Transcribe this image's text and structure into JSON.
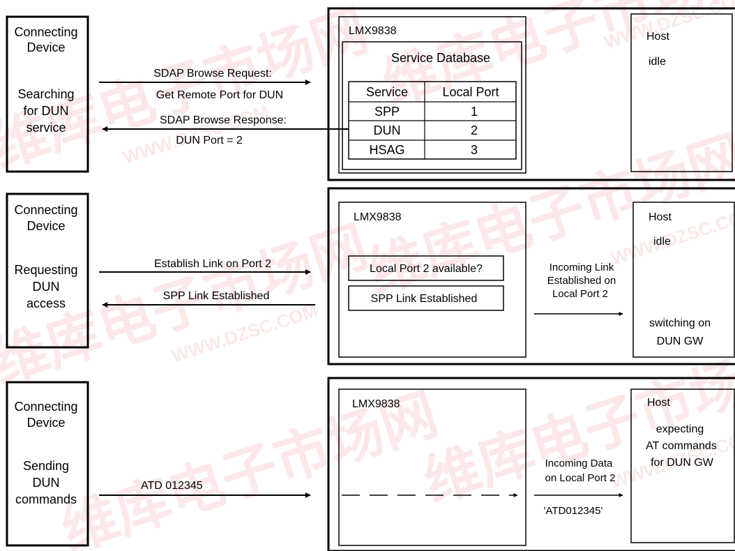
{
  "watermark": {
    "glyphs": "维库电子市场网",
    "url": "WWW.DZSC.COM",
    "color": "#e85050"
  },
  "panel1": {
    "device_line1": "Connecting",
    "device_line2": "Device",
    "device_status1": "Searching",
    "device_status2": "for DUN",
    "device_status3": "service",
    "req_line1": "SDAP Browse Request:",
    "req_line2": "Get Remote Port for DUN",
    "resp_line1": "SDAP Browse Response:",
    "resp_line2": "DUN Port = 2",
    "chip_title": "LMX9838",
    "db_title": "Service Database",
    "db_headers": [
      "Service",
      "Local Port"
    ],
    "db_rows": [
      [
        "SPP",
        "1"
      ],
      [
        "DUN",
        "2"
      ],
      [
        "HSAG",
        "3"
      ]
    ],
    "host_title": "Host",
    "host_status": "idle"
  },
  "panel2": {
    "device_line1": "Connecting",
    "device_line2": "Device",
    "device_status1": "Requesting",
    "device_status2": "DUN",
    "device_status3": "access",
    "req_label": "Establish Link on Port 2",
    "resp_label": "SPP Link Established",
    "chip_title": "LMX9838",
    "box1": "Local Port 2 available?",
    "box2": "SPP Link Established",
    "event_line1": "Incoming Link",
    "event_line2": "Established on",
    "event_line3": "Local Port 2",
    "host_title": "Host",
    "host_status": "idle",
    "host_action1": "switching on",
    "host_action2": "DUN GW"
  },
  "panel3": {
    "device_line1": "Connecting",
    "device_line2": "Device",
    "device_status1": "Sending",
    "device_status2": "DUN",
    "device_status3": "commands",
    "cmd_label": "ATD 012345",
    "chip_title": "LMX9838",
    "event_line1": "Incoming Data",
    "event_line2": "on Local Port 2",
    "event_data": "'ATD012345'",
    "host_title": "Host",
    "host_status1": "expecting",
    "host_status2": "AT commands",
    "host_status3": "for DUN GW"
  }
}
